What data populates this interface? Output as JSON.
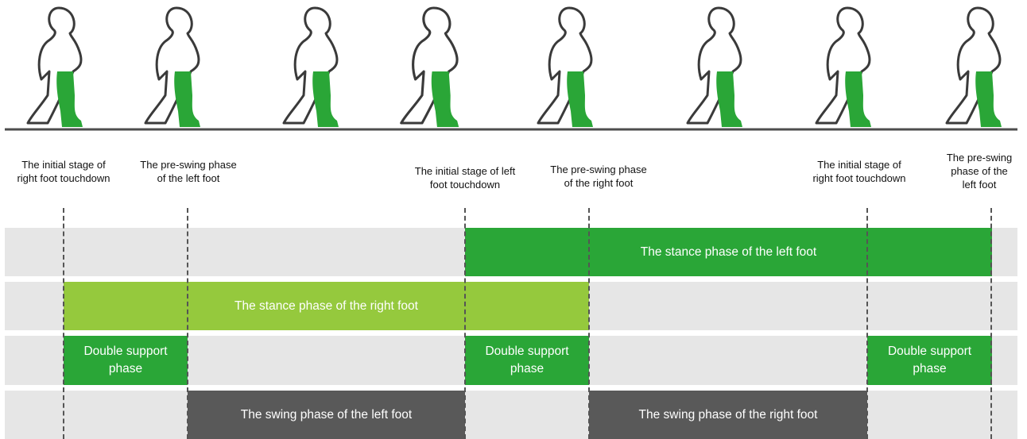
{
  "labels": {
    "l1": "The initial stage of\nright foot touchdown",
    "l2": "The pre-swing phase\nof the left foot",
    "l3": "The initial stage of left\nfoot touchdown",
    "l4": "The pre-swing phase\nof the right foot",
    "l5": "The initial stage of\nright foot touchdown",
    "l6": "The pre-swing\nphase of the\nleft foot"
  },
  "bars": {
    "stance_left": "The stance phase of the left foot",
    "stance_right": "The stance phase of the right foot",
    "double_support_1": "Double support\nphase",
    "double_support_2": "Double support\nphase",
    "double_support_3": "Double support\nphase",
    "swing_left": "The swing phase of the left foot",
    "swing_right": "The swing phase of the right foot"
  },
  "colors": {
    "row_bg": "#e6e6e6",
    "green": "#2aa637",
    "light_green": "#95c93d",
    "gray": "#595959",
    "ground": "#4d4d4d",
    "figure_outline": "#3a3a3a",
    "figure_leg": "#2aa637"
  },
  "icons": [
    "walking-figure-icon"
  ]
}
